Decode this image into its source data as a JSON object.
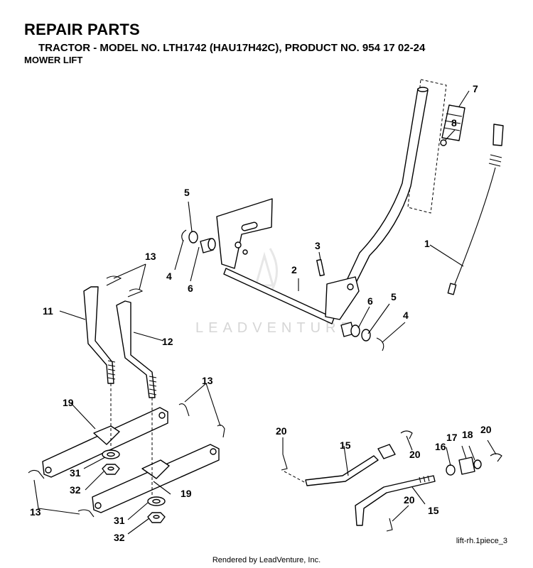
{
  "header": {
    "title": "REPAIR PARTS",
    "subtitle": "TRACTOR - MODEL NO. LTH1742 (HAU17H42C), PRODUCT NO. 954 17 02-24",
    "section": "MOWER LIFT"
  },
  "watermark": "LEADVENTURE",
  "labels": {
    "l1": "1",
    "l2": "2",
    "l3": "3",
    "l4a": "4",
    "l4b": "4",
    "l5a": "5",
    "l5b": "5",
    "l6a": "6",
    "l6b": "6",
    "l7": "7",
    "l8": "8",
    "l11": "11",
    "l12": "12",
    "l13a": "13",
    "l13b": "13",
    "l13c": "13",
    "l15a": "15",
    "l15b": "15",
    "l16": "16",
    "l17": "17",
    "l18": "18",
    "l19a": "19",
    "l19b": "19",
    "l20a": "20",
    "l20b": "20",
    "l20c": "20",
    "l20d": "20",
    "l31a": "31",
    "l31b": "31",
    "l32a": "32",
    "l32b": "32"
  },
  "diagram_ref": "lift-rh.1piece_3",
  "footer": "Rendered by LeadVenture, Inc."
}
